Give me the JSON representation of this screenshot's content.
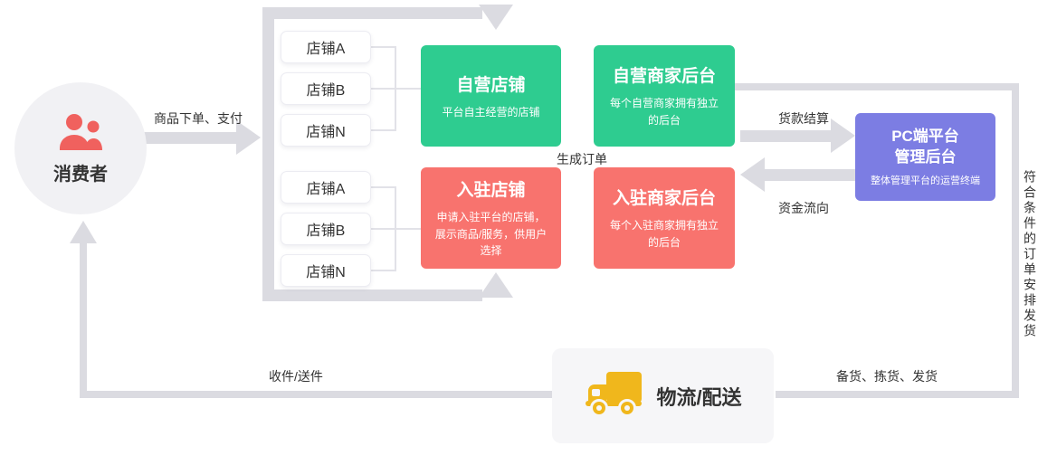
{
  "colors": {
    "green": "#2ECC90",
    "coral": "#F8736E",
    "purple": "#7C7DE3",
    "connector": "#DBDBE1",
    "person-red": "#F0615E",
    "truck-yellow": "#F0B71C",
    "text-dark": "#333333"
  },
  "consumer": {
    "label": "消费者"
  },
  "flow_labels": {
    "order_pay": "商品下单、支付",
    "generate_order": "生成订单",
    "payment_settlement": "货款结算",
    "capital_flow": "资金流向",
    "receive_send": "收件/送件",
    "prepare_pick_ship": "备货、拣货、发货",
    "qualified_order_ship": "符合条件的订单安排发货"
  },
  "shop_groups": {
    "self_operated": [
      "店铺A",
      "店铺B",
      "店铺N"
    ],
    "settled": [
      "店铺A",
      "店铺B",
      "店铺N"
    ]
  },
  "boxes": {
    "self_shop": {
      "title": "自营店铺",
      "desc": "平台自主经营的店铺"
    },
    "self_backend": {
      "title": "自营商家后台",
      "desc": "每个自营商家拥有独立的后台"
    },
    "settled_shop": {
      "title": "入驻店铺",
      "desc": "申请入驻平台的店铺，展示商品/服务，供用户选择"
    },
    "settled_backend": {
      "title": "入驻商家后台",
      "desc": "每个入驻商家拥有独立的后台"
    },
    "pc_admin": {
      "title_line1": "PC端平台",
      "title_line2": "管理后台",
      "desc": "整体管理平台的运营终端"
    }
  },
  "logistics": {
    "label": "物流/配送"
  }
}
